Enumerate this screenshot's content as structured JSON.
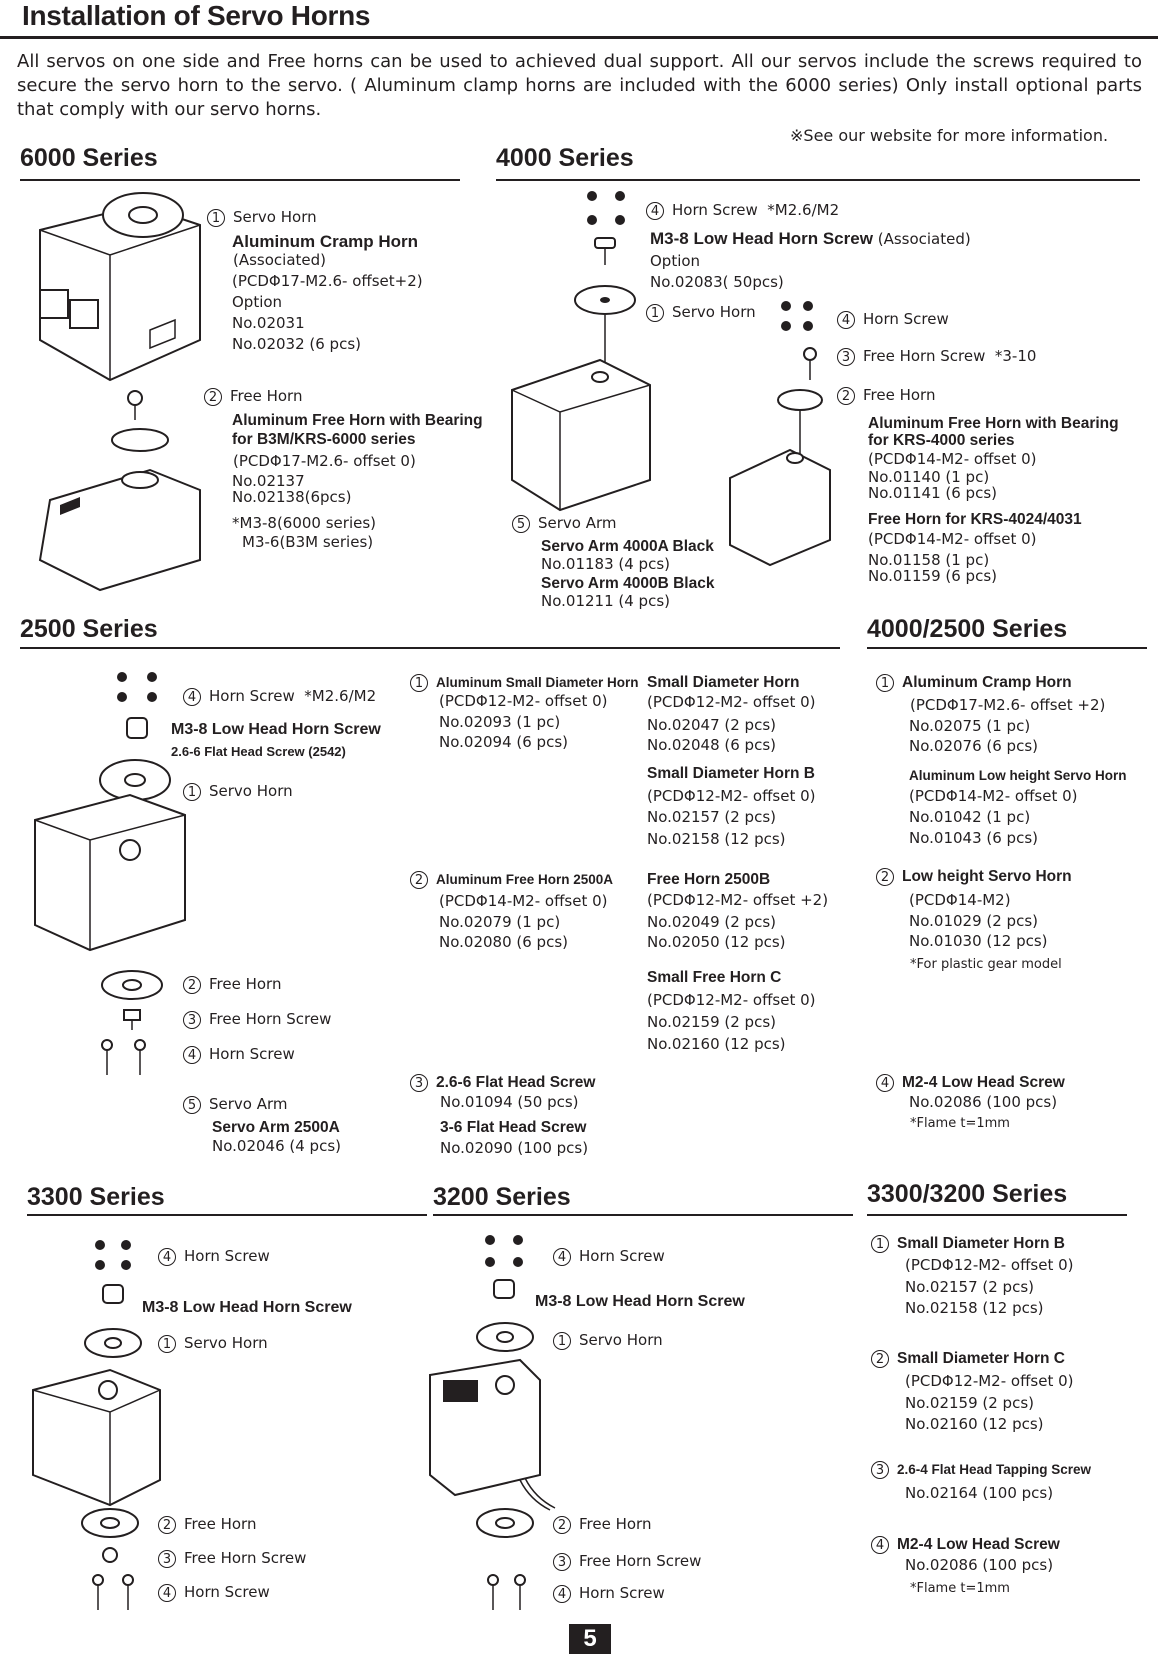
{
  "title": "Installation of Servo Horns",
  "intro": "All servos on one side and Free horns can be used to achieved dual support. All our servos include the screws required to secure the servo horn to the servo. ( Aluminum clamp horns are included with the 6000 series) Only install optional parts that comply with our servo horns.",
  "note": "※See our website for more information.",
  "page_number": "5",
  "s6000": {
    "heading": "6000 Series",
    "servo_horn": {
      "num": "1",
      "label": "Servo Horn",
      "name": "Aluminum Cramp Horn",
      "assoc": "(Associated)",
      "spec": "(PCDΦ17-M2.6- offset+2)",
      "option": "Option",
      "no1": "No.02031",
      "no2": "No.02032 (6 pcs)"
    },
    "free_horn": {
      "num": "2",
      "label": "Free Horn",
      "name1": "Aluminum Free Horn with Bearing",
      "name2": "for B3M/KRS-6000 series",
      "spec": "(PCDΦ17-M2.6- offset 0)",
      "no1": "No.02137",
      "no2": "No.02138(6pcs)",
      "screw1": "*M3-8(6000 series)",
      "screw2": "M3-6(B3M series)"
    }
  },
  "s4000": {
    "heading": "4000 Series",
    "horn_screw_top": {
      "num": "4",
      "label": "Horn Screw",
      "size": "*M2.6/M2",
      "name": "M3-8 Low Head Horn Screw",
      "assoc": "(Associated)",
      "option": "Option",
      "no": "No.02083( 50pcs)"
    },
    "servo_horn": {
      "num": "1",
      "label": "Servo Horn"
    },
    "horn_screw": {
      "num": "4",
      "label": "Horn Screw"
    },
    "free_horn_screw": {
      "num": "3",
      "label": "Free Horn Screw",
      "size": "*3-10"
    },
    "free_horn": {
      "num": "2",
      "label": "Free Horn",
      "name1": "Aluminum Free Horn with Bearing",
      "name2": "for KRS-4000 series",
      "spec1": "(PCDΦ14-M2- offset 0)",
      "no1": "No.01140 (1 pc)",
      "no2": "No.01141 (6 pcs)",
      "name3": "Free Horn for KRS-4024/4031",
      "spec2": "(PCDΦ14-M2- offset 0)",
      "no3": "No.01158 (1 pc)",
      "no4": "No.01159 (6 pcs)"
    },
    "servo_arm": {
      "num": "5",
      "label": "Servo Arm",
      "name1": "Servo Arm 4000A Black",
      "no1": "No.01183 (4 pcs)",
      "name2": "Servo Arm 4000B Black",
      "no2": "No.01211 (4 pcs)"
    }
  },
  "s2500": {
    "heading": "2500 Series",
    "horn_screw_top": {
      "num": "4",
      "label": "Horn Screw",
      "size": "*M2.6/M2",
      "name": "M3-8 Low Head Horn Screw",
      "name2": "2.6-6 Flat Head Screw (2542)"
    },
    "servo_horn": {
      "num": "1",
      "label": "Servo Horn"
    },
    "free_horn": {
      "num": "2",
      "label": "Free Horn"
    },
    "free_horn_screw": {
      "num": "3",
      "label": "Free Horn Screw"
    },
    "horn_screw": {
      "num": "4",
      "label": "Horn Screw"
    },
    "servo_arm": {
      "num": "5",
      "label": "Servo Arm",
      "name": "Servo Arm 2500A",
      "no": "No.02046 (4 pcs)"
    },
    "col1": {
      "item1": {
        "num": "1",
        "name": "Aluminum Small Diameter Horn",
        "spec": "(PCDΦ12-M2- offset 0)",
        "no1": "No.02093 (1 pc)",
        "no2": "No.02094 (6 pcs)"
      },
      "item2": {
        "num": "2",
        "name": "Aluminum Free Horn 2500A",
        "spec": "(PCDΦ14-M2- offset 0)",
        "no1": "No.02079 (1 pc)",
        "no2": "No.02080 (6 pcs)"
      },
      "item3": {
        "num": "3",
        "name": "2.6-6 Flat Head Screw",
        "no1": "No.01094 (50 pcs)",
        "name2": "3-6 Flat Head Screw",
        "no2": "No.02090 (100 pcs)"
      }
    },
    "col2": {
      "a": {
        "name": "Small Diameter Horn",
        "spec": "(PCDΦ12-M2- offset 0)",
        "no1": "No.02047 (2 pcs)",
        "no2": "No.02048 (6 pcs)"
      },
      "b": {
        "name": "Small Diameter Horn B",
        "spec": "(PCDΦ12-M2- offset 0)",
        "no1": "No.02157 (2 pcs)",
        "no2": "No.02158 (12 pcs)"
      },
      "c": {
        "name": "Free Horn 2500B",
        "spec": "(PCDΦ12-M2- offset +2)",
        "no1": "No.02049 (2 pcs)",
        "no2": "No.02050 (12 pcs)"
      },
      "d": {
        "name": "Small Free Horn C",
        "spec": "(PCDΦ12-M2- offset 0)",
        "no1": "No.02159 (2 pcs)",
        "no2": "No.02160 (12 pcs)"
      }
    }
  },
  "s4000_2500": {
    "heading": "4000/2500 Series",
    "item1": {
      "num": "1",
      "name": "Aluminum Cramp Horn",
      "spec": "(PCDΦ17-M2.6- offset +2)",
      "no1": "No.02075 (1 pc)",
      "no2": "No.02076 (6 pcs)",
      "name2": "Aluminum Low height Servo Horn",
      "spec2": "(PCDΦ14-M2- offset 0)",
      "no3": "No.01042 (1 pc)",
      "no4": "No.01043 (6 pcs)"
    },
    "item2": {
      "num": "2",
      "name": "Low height Servo Horn",
      "spec": "(PCDΦ14-M2)",
      "no1": "No.01029 (2 pcs)",
      "no2": "No.01030 (12 pcs)",
      "note": "*For plastic gear model"
    },
    "item4": {
      "num": "4",
      "name": "M2-4 Low Head Screw",
      "no": "No.02086 (100 pcs)",
      "note": "*Flame t=1mm"
    }
  },
  "s3300": {
    "heading": "3300 Series",
    "horn_screw_top": {
      "num": "4",
      "label": "Horn Screw",
      "name": "M3-8 Low Head Horn Screw"
    },
    "servo_horn": {
      "num": "1",
      "label": "Servo Horn"
    },
    "free_horn": {
      "num": "2",
      "label": "Free Horn"
    },
    "free_horn_screw": {
      "num": "3",
      "label": "Free Horn Screw"
    },
    "horn_screw": {
      "num": "4",
      "label": "Horn Screw"
    }
  },
  "s3200": {
    "heading": "3200 Series",
    "horn_screw_top": {
      "num": "4",
      "label": "Horn Screw",
      "name": "M3-8 Low Head Horn Screw"
    },
    "servo_horn": {
      "num": "1",
      "label": "Servo Horn"
    },
    "free_horn": {
      "num": "2",
      "label": "Free Horn"
    },
    "free_horn_screw": {
      "num": "3",
      "label": "Free Horn Screw"
    },
    "horn_screw": {
      "num": "4",
      "label": "Horn Screw"
    }
  },
  "s3300_3200": {
    "heading": "3300/3200 Series",
    "item1": {
      "num": "1",
      "name": "Small Diameter Horn B",
      "spec": "(PCDΦ12-M2- offset 0)",
      "no1": "No.02157 (2 pcs)",
      "no2": "No.02158 (12 pcs)"
    },
    "item2": {
      "num": "2",
      "name": "Small Diameter Horn C",
      "spec": "(PCDΦ12-M2- offset 0)",
      "no1": "No.02159 (2 pcs)",
      "no2": "No.02160 (12 pcs)"
    },
    "item3": {
      "num": "3",
      "name": "2.6-4 Flat Head Tapping Screw",
      "no": "No.02164 (100 pcs)"
    },
    "item4": {
      "num": "4",
      "name": "M2-4 Low Head Screw",
      "no": "No.02086 (100 pcs)",
      "note": "*Flame t=1mm"
    }
  }
}
